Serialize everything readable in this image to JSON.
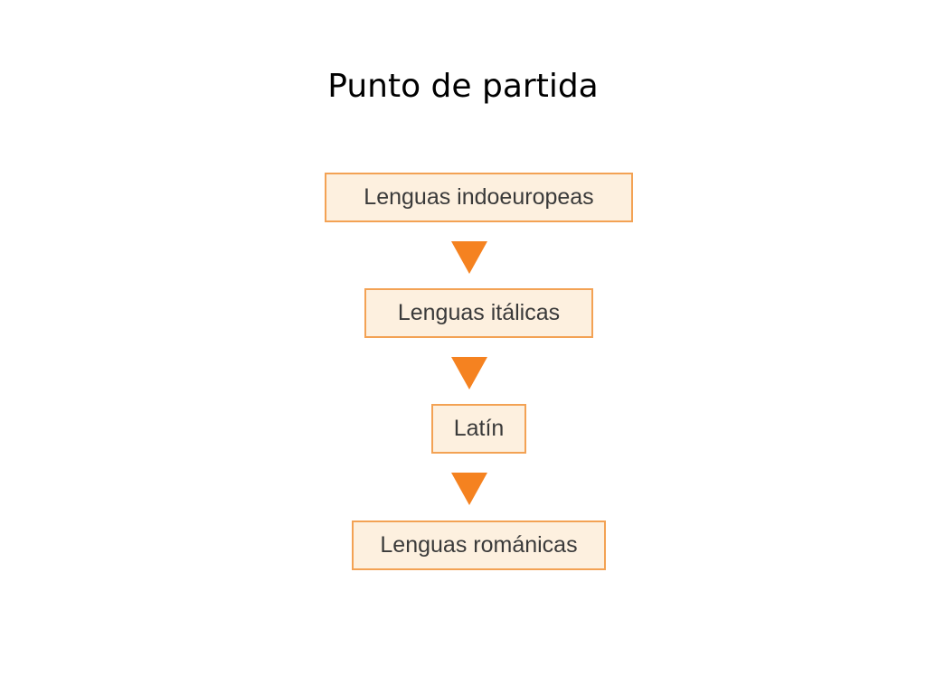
{
  "title": "Punto de partida",
  "colors": {
    "box_border": "#f3a254",
    "box_fill": "#fdf0df",
    "arrow": "#f58220"
  },
  "flow": {
    "nodes": [
      {
        "label": "Lenguas indoeuropeas"
      },
      {
        "label": "Lenguas itálicas"
      },
      {
        "label": "Latín"
      },
      {
        "label": "Lenguas románicas"
      }
    ],
    "connectors": [
      "arrow-down-icon",
      "arrow-down-icon",
      "arrow-down-icon"
    ]
  }
}
